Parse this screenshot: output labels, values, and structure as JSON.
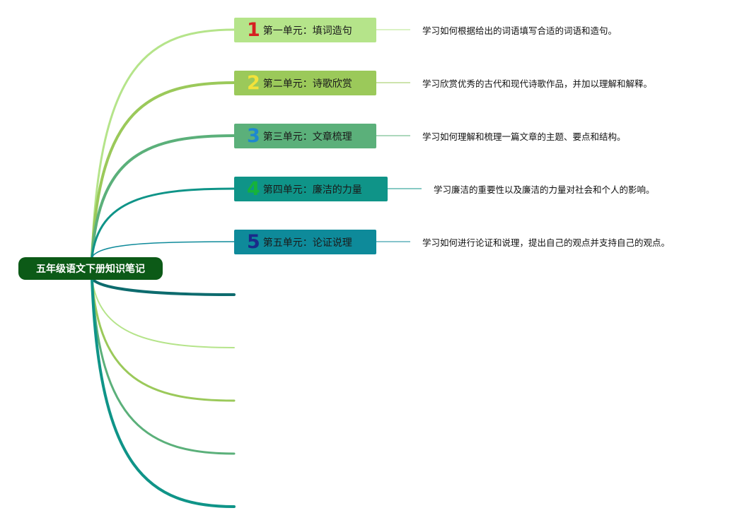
{
  "root": {
    "label": "五年级语文下册知识笔记",
    "color": "#0c5a17"
  },
  "topics": [
    {
      "num": "1",
      "label": "第一单元：填词造句",
      "description": "学习如何根据给出的词语填写合适的词语和造句。",
      "bg": "#b5e48a",
      "num_color": "#d62020",
      "branch_color": "#b5e48a"
    },
    {
      "num": "2",
      "label": "第二单元：诗歌欣赏",
      "description": "学习欣赏优秀的古代和现代诗歌作品，并加以理解和解释。",
      "bg": "#9bc95a",
      "num_color": "#f2e23a",
      "branch_color": "#9bc95a"
    },
    {
      "num": "3",
      "label": "第三单元：文章梳理",
      "description": "学习如何理解和梳理一篇文章的主题、要点和结构。",
      "bg": "#5bb07a",
      "num_color": "#1e88d0",
      "branch_color": "#5bb07a"
    },
    {
      "num": "4",
      "label": "第四单元：廉洁的力量",
      "description": "学习廉洁的重要性以及廉洁的力量对社会和个人的影响。",
      "bg": "#0f9488",
      "num_color": "#16b33a",
      "branch_color": "#0f9488"
    },
    {
      "num": "5",
      "label": "第五单元：论证说理",
      "description": "学习如何进行论证和说理，提出自己的观点并支持自己的观点。",
      "bg": "#0e8a9a",
      "num_color": "#1a2a8a",
      "branch_color": "#0e8a9a"
    }
  ],
  "empty_branches": [
    {
      "color": "#0d6b6e"
    },
    {
      "color": "#b5e48a"
    },
    {
      "color": "#9bc95a"
    },
    {
      "color": "#5bb07a"
    },
    {
      "color": "#0f9488"
    }
  ]
}
